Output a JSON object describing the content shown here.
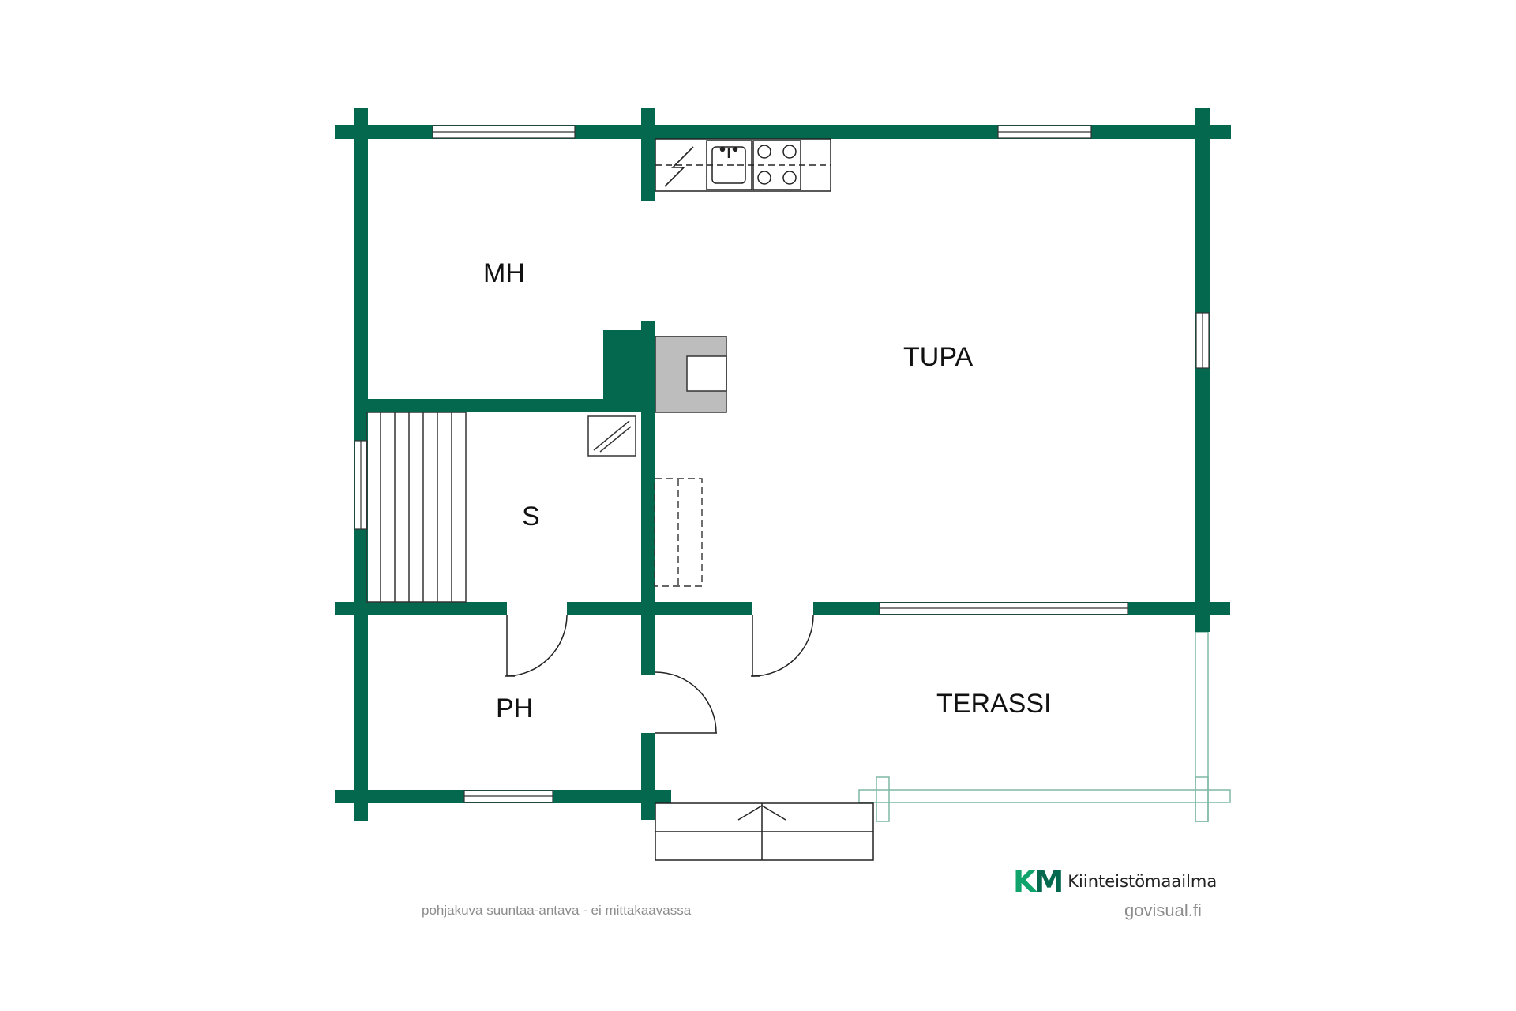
{
  "colors": {
    "wall": "#04684e",
    "terrace": "#7fb8a6",
    "stove": "#bdbdbd",
    "brand_k": "#10a36b",
    "brand_m": "#04684e"
  },
  "rooms": {
    "mh": "MH",
    "tupa": "TUPA",
    "s": "S",
    "ph": "PH",
    "terassi": "TERASSI"
  },
  "footer": {
    "note": "pohjakuva suuntaa-antava - ei mittakaavassa",
    "credit": "govisual.fi"
  },
  "brand": {
    "mark_k": "K",
    "mark_m": "M",
    "name": "Kiinteistömaailma"
  },
  "icons": {
    "electric": "lightning-icon",
    "sink": "sink-icon",
    "stove": "cooktop-icon",
    "fireplace": "fireplace-icon",
    "heater": "sauna-heater-icon",
    "bench": "sauna-bench-icon",
    "steps": "entrance-steps-icon"
  }
}
